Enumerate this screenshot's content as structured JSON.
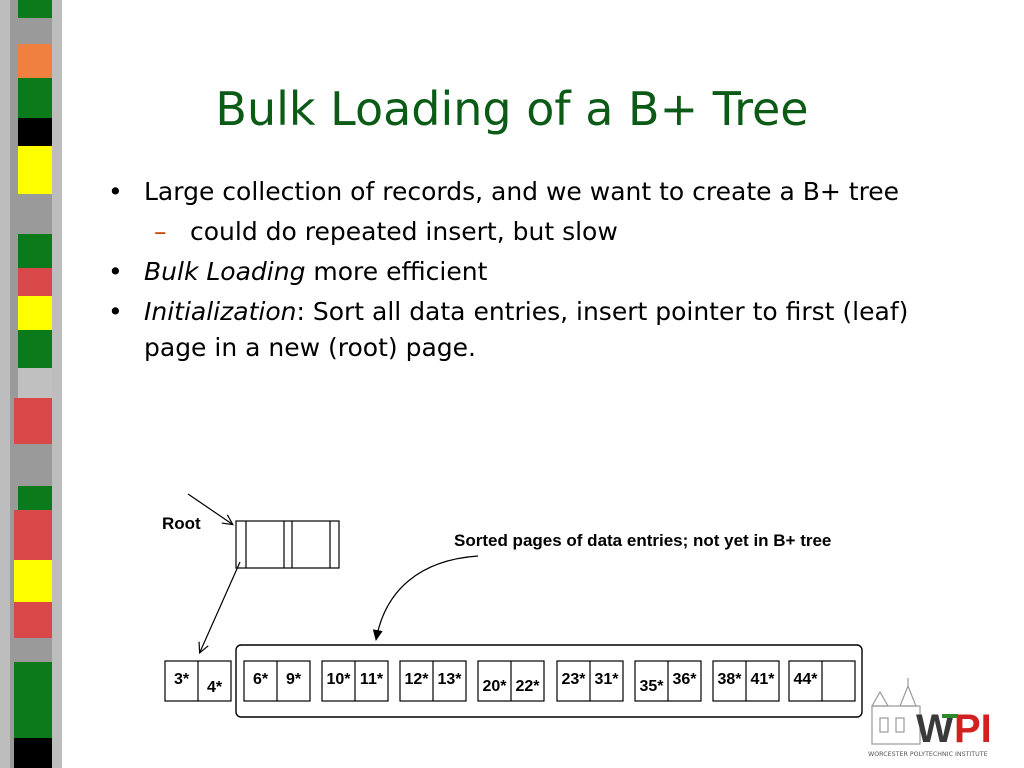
{
  "slide": {
    "title": "Bulk Loading of a B+ Tree",
    "bullets": [
      {
        "text": "Large collection of records, and we want to create a B+ tree"
      },
      {
        "text": "could do repeated insert, but slow",
        "sub": true
      },
      {
        "italic": "Bulk Loading",
        "text": " more efficient"
      },
      {
        "italic": "Initialization",
        "text": ":  Sort all data entries, insert pointer to first (leaf) page in a new (root) page."
      }
    ]
  },
  "diagram": {
    "root_label": "Root",
    "caption": "Sorted pages of data entries; not yet in B+ tree",
    "pages": [
      [
        "3*",
        "4*"
      ],
      [
        "6*",
        "9*"
      ],
      [
        "10*",
        "11*"
      ],
      [
        "12*",
        "13*"
      ],
      [
        "20*",
        "22*"
      ],
      [
        "23*",
        "31*"
      ],
      [
        "35*",
        "36*"
      ],
      [
        "38*",
        "41*"
      ],
      [
        "44*",
        ""
      ]
    ]
  },
  "logo": {
    "brand": "WPI",
    "tagline": "WORCESTER POLYTECHNIC INSTITUTE",
    "colors": {
      "w": "#3a3a3a",
      "pi": "#d22020",
      "green": "#2a8a2a"
    }
  },
  "colors": {
    "title": "#0b5a16",
    "dash": "#cc4400",
    "strip": [
      "#0a7a1a",
      "#f08040",
      "#0a7a1a",
      "#000000",
      "#ffff00",
      "#0a7a1a",
      "#d84848",
      "#ffff00",
      "#0a7a1a",
      "#c0c0c0",
      "#d84848",
      "#0a7a1a",
      "#d84848",
      "#ffff00",
      "#d84848",
      "#0a7a1a",
      "#000000"
    ]
  }
}
